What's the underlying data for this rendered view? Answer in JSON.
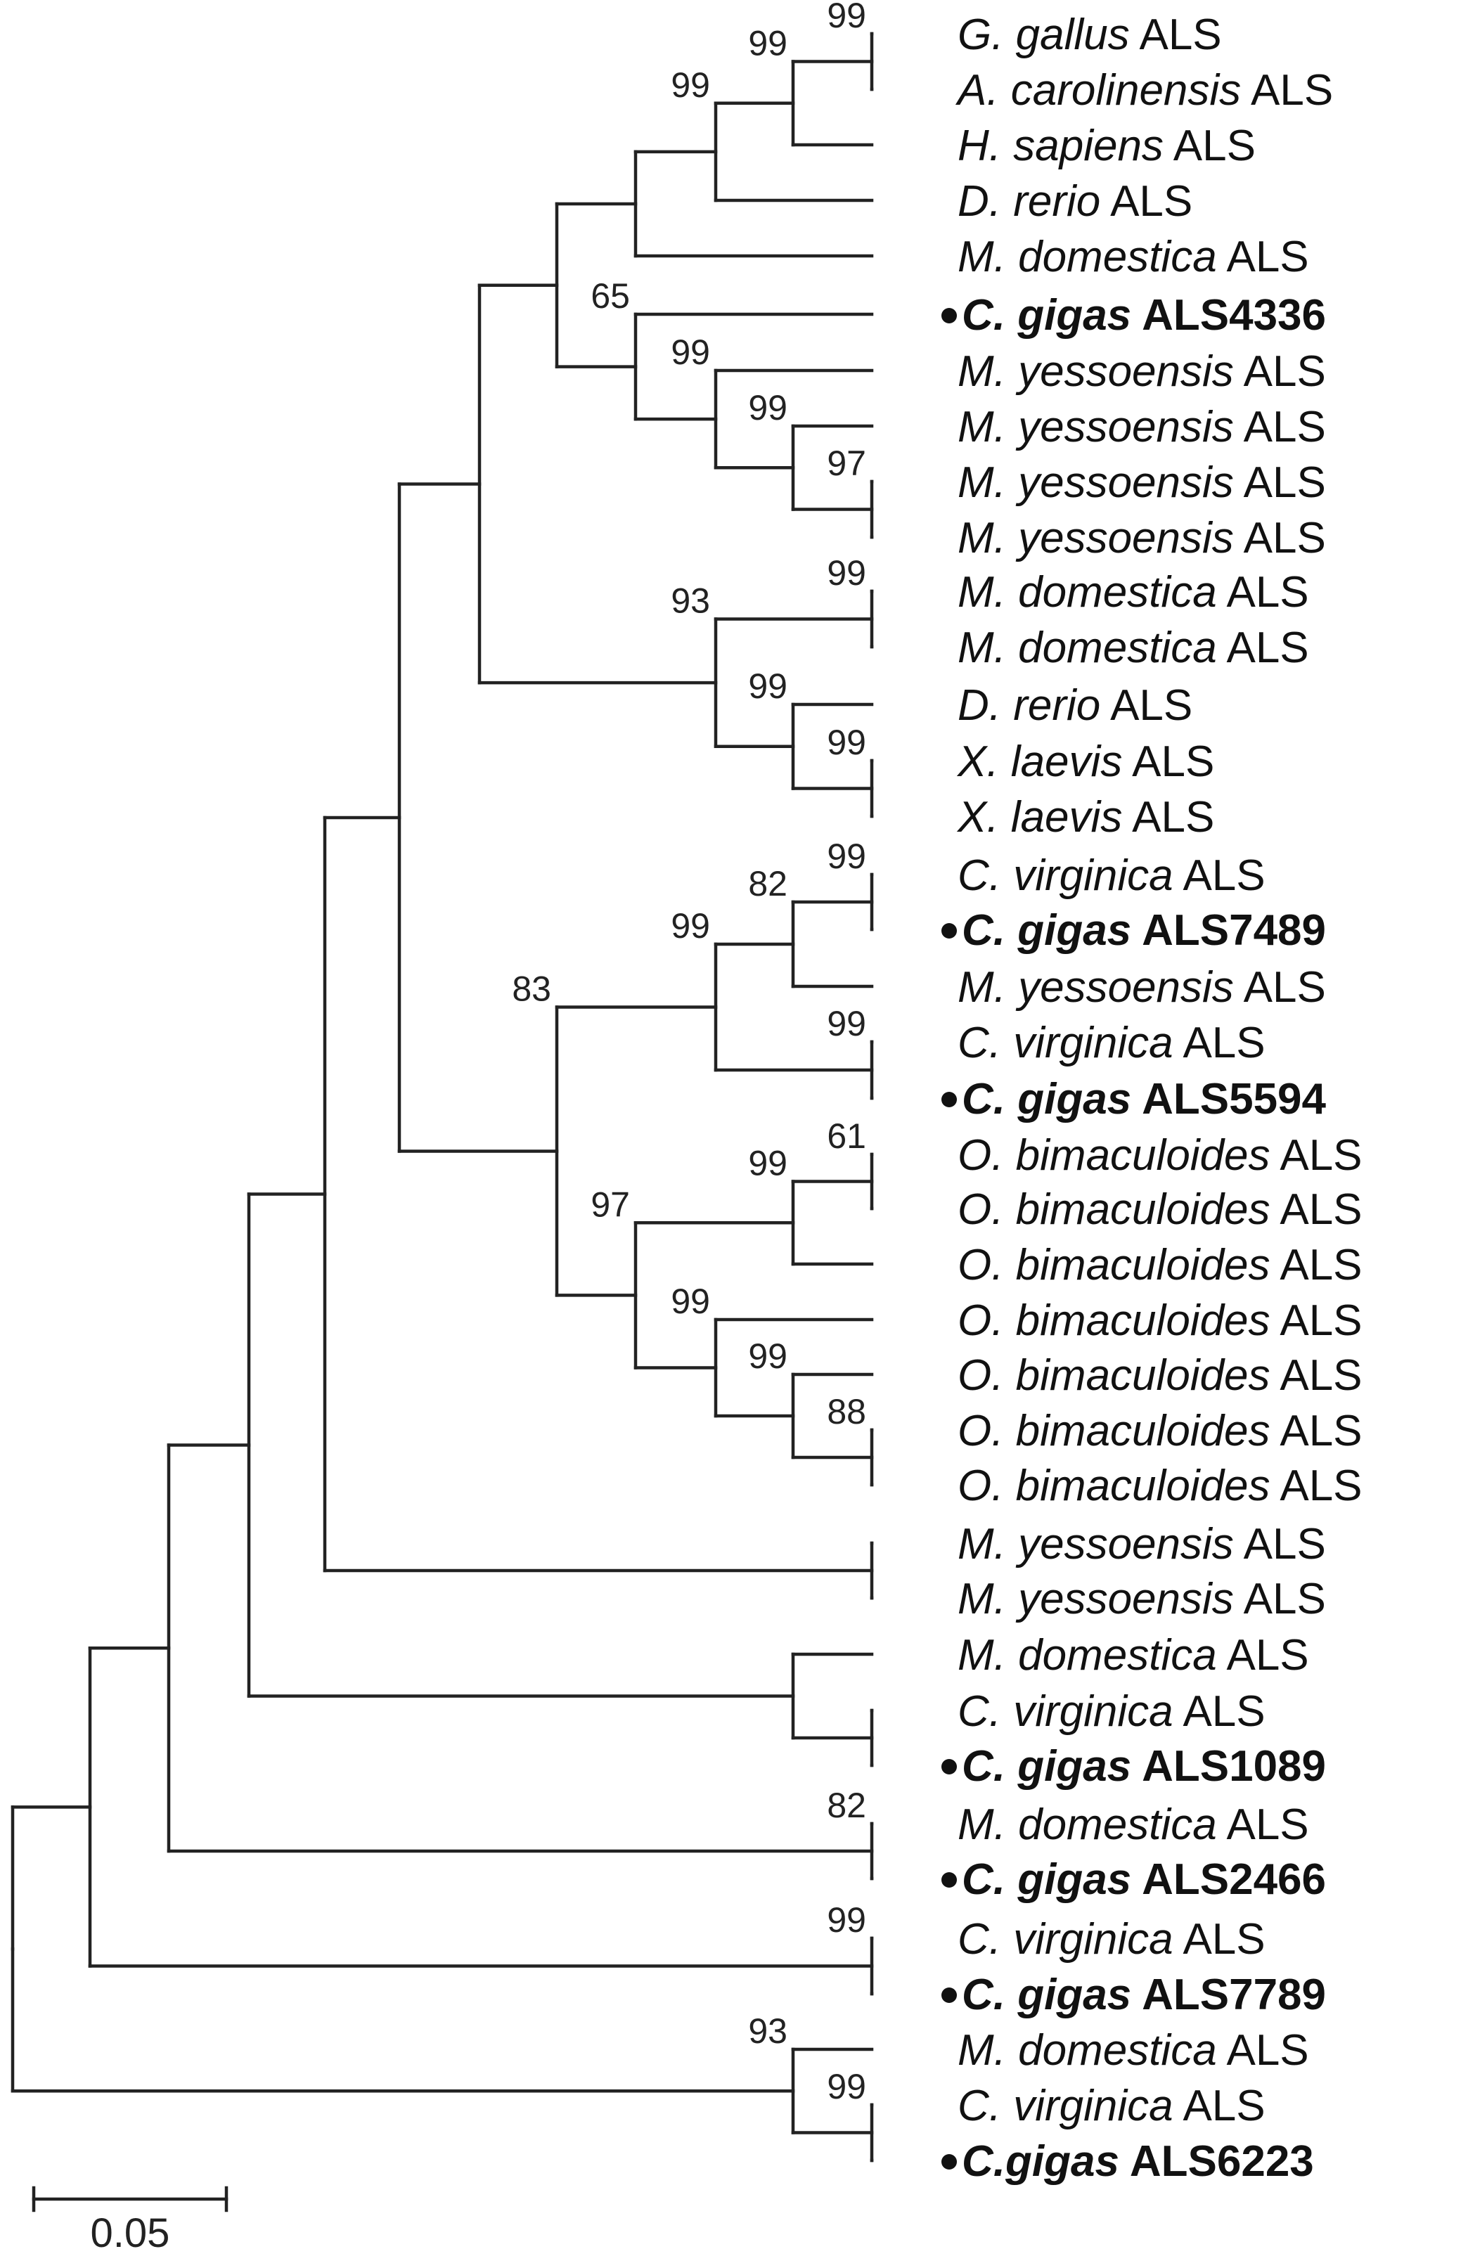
{
  "tips": [
    {
      "species": "G. gallus",
      "suffix": "ALS",
      "highlight": false
    },
    {
      "species": "A. carolinensis",
      "suffix": "ALS",
      "highlight": false
    },
    {
      "species": "H. sapiens",
      "suffix": "ALS",
      "highlight": false
    },
    {
      "species": "D. rerio",
      "suffix": "ALS",
      "highlight": false
    },
    {
      "species": "M. domestica",
      "suffix": "ALS",
      "highlight": false
    },
    {
      "species": "C. gigas",
      "suffix": "ALS4336",
      "highlight": true
    },
    {
      "species": "M. yessoensis",
      "suffix": "ALS",
      "highlight": false
    },
    {
      "species": "M. yessoensis",
      "suffix": "ALS",
      "highlight": false
    },
    {
      "species": "M. yessoensis",
      "suffix": "ALS",
      "highlight": false
    },
    {
      "species": "M. yessoensis",
      "suffix": "ALS",
      "highlight": false
    },
    {
      "species": "M. domestica",
      "suffix": "ALS",
      "highlight": false
    },
    {
      "species": "M. domestica",
      "suffix": "ALS",
      "highlight": false
    },
    {
      "species": "D. rerio",
      "suffix": "ALS",
      "highlight": false
    },
    {
      "species": "X. laevis",
      "suffix": "ALS",
      "highlight": false
    },
    {
      "species": "X. laevis",
      "suffix": "ALS",
      "highlight": false
    },
    {
      "species": "C. virginica",
      "suffix": "ALS",
      "highlight": false
    },
    {
      "species": "C. gigas",
      "suffix": "ALS7489",
      "highlight": true
    },
    {
      "species": "M. yessoensis",
      "suffix": "ALS",
      "highlight": false
    },
    {
      "species": "C. virginica",
      "suffix": "ALS",
      "highlight": false
    },
    {
      "species": "C. gigas",
      "suffix": "ALS5594",
      "highlight": true
    },
    {
      "species": "O. bimaculoides",
      "suffix": "ALS",
      "highlight": false
    },
    {
      "species": "O. bimaculoides",
      "suffix": "ALS",
      "highlight": false
    },
    {
      "species": "O. bimaculoides",
      "suffix": "ALS",
      "highlight": false
    },
    {
      "species": "O. bimaculoides",
      "suffix": "ALS",
      "highlight": false
    },
    {
      "species": "O. bimaculoides",
      "suffix": "ALS",
      "highlight": false
    },
    {
      "species": "O. bimaculoides",
      "suffix": "ALS",
      "highlight": false
    },
    {
      "species": "O. bimaculoides",
      "suffix": "ALS",
      "highlight": false
    },
    {
      "species": "M. yessoensis",
      "suffix": "ALS",
      "highlight": false
    },
    {
      "species": "M. yessoensis",
      "suffix": "ALS",
      "highlight": false
    },
    {
      "species": "M. domestica",
      "suffix": "ALS",
      "highlight": false
    },
    {
      "species": "C. virginica",
      "suffix": "ALS",
      "highlight": false
    },
    {
      "species": "C. gigas",
      "suffix": "ALS1089",
      "highlight": true
    },
    {
      "species": "M. domestica",
      "suffix": "ALS",
      "highlight": false
    },
    {
      "species": "C. gigas",
      "suffix": "ALS2466",
      "highlight": true
    },
    {
      "species": "C. virginica",
      "suffix": "ALS",
      "highlight": false
    },
    {
      "species": "C. gigas",
      "suffix": "ALS7789",
      "highlight": true
    },
    {
      "species": "M. domestica",
      "suffix": "ALS",
      "highlight": false
    },
    {
      "species": "C. virginica",
      "suffix": "ALS",
      "highlight": false
    },
    {
      "species": "C.gigas",
      "suffix": "ALS6223",
      "highlight": true
    }
  ],
  "bootstrap": [
    "99",
    "99",
    "99",
    "65",
    "99",
    "99",
    "97",
    "99",
    "93",
    "99",
    "99",
    "99",
    "82",
    "99",
    "99",
    "83",
    "61",
    "99",
    "97",
    "99",
    "99",
    "88",
    "82",
    "99",
    "93",
    "99"
  ],
  "scale_bar": {
    "label": "0.05",
    "length": 0.05
  }
}
